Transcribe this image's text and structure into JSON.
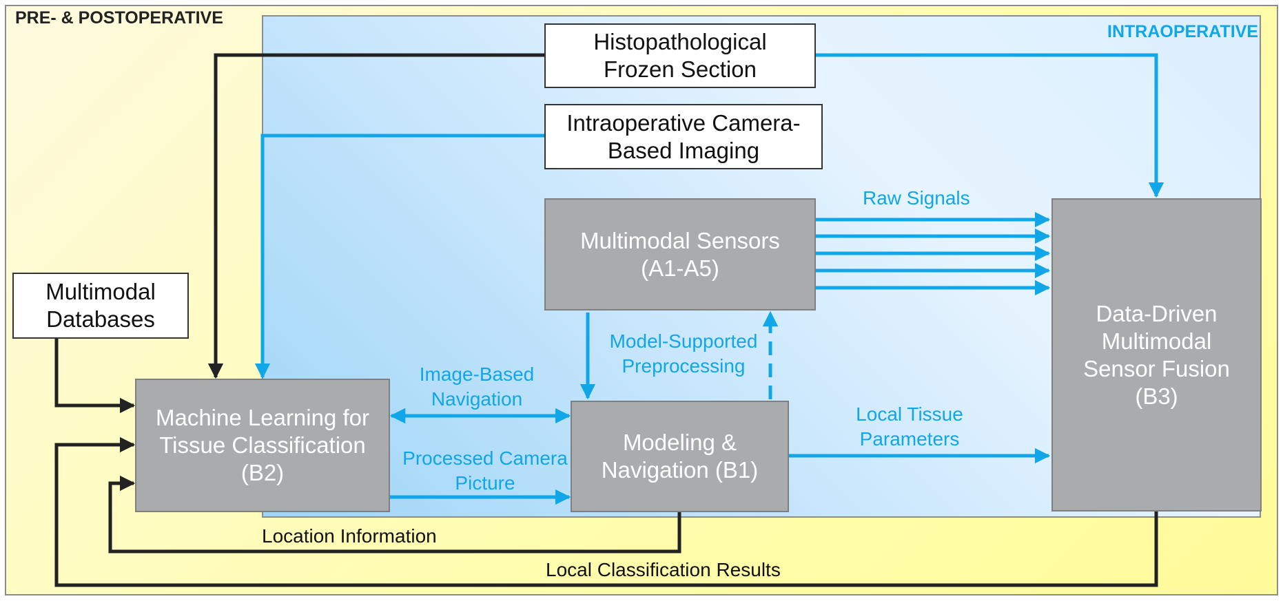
{
  "zones": {
    "outer": "PRE- & POSTOPERATIVE",
    "inner": "INTRAOPERATIVE"
  },
  "boxes": {
    "histo": "Histopathological Frozen Section",
    "camera": "Intraoperative Camera-Based Imaging",
    "databases": "Multimodal Databases",
    "sensors": "Multimodal Sensors (A1-A5)",
    "ml": "Machine Learning for Tissue Classification (B2)",
    "modeling": "Modeling & Navigation (B1)",
    "fusion": "Data-Driven Multimodal Sensor Fusion (B3)"
  },
  "labels": {
    "raw": "Raw Signals",
    "preproc": "Model-Supported Preprocessing",
    "imgnav": "Image-Based Navigation",
    "campic": "Processed Camera Picture",
    "local": "Local Tissue Parameters",
    "locinfo": "Location Information",
    "classres": "Local Classification Results"
  },
  "colors": {
    "blue_arrow": "#11a6e8",
    "dark_arrow": "#222222",
    "gray_box": "#a9abad"
  }
}
